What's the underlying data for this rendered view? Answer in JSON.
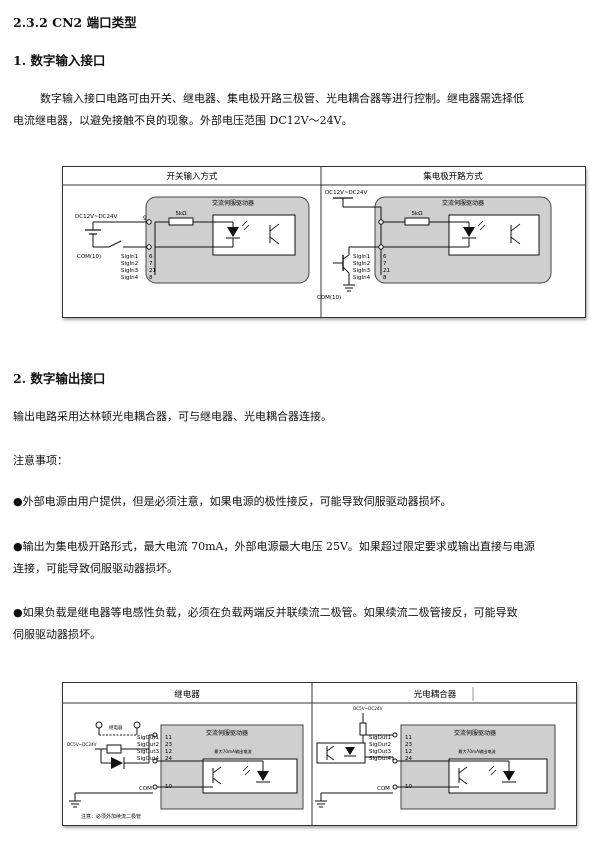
{
  "section_title": "2.3.2 CN2 端口类型",
  "s1": {
    "heading": "1. 数字输入接口",
    "para_line1": "数字输入接口电路可由开关、继电器、集电极开路三极管、光电耦合器等进行控制。继电器需选择低",
    "para_line2": "电流继电器，以避免接触不良的现象。外部电压范围 DC12V～24V。"
  },
  "fig1": {
    "left_title": "开关输入方式",
    "right_title": "集电极开路方式",
    "driver": "交流伺服驱动器",
    "resistor": "5kΩ",
    "supply": "DC12V~DC24V",
    "com": "COM(10)",
    "pin_top": "9",
    "signals": [
      "SigIn1",
      "SigIn2",
      "SigIn3",
      "SigIn4"
    ],
    "pins": [
      "6",
      "7",
      "21",
      "8"
    ]
  },
  "s2": {
    "heading": "2. 数字输出接口",
    "para1": "输出电路采用达林顿光电耦合器，可与继电器、光电耦合器连接。",
    "para2": "注意事项：",
    "b1": "●外部电源由用户提供，但是必须注意，如果电源的极性接反，可能导致伺服驱动器损坏。",
    "b2_line1": "●输出为集电极开路形式，最大电流 70mA，外部电源最大电压 25V。如果超过限定要求或输出直接与电源",
    "b2_line2": "连接，可能导致伺服驱动器损坏。",
    "b3_line1": "●如果负载是继电器等电感性负载，必须在负载两端反并联续流二极管。如果续流二极管接反，可能导致",
    "b3_line2": "伺服驱动器损坏。"
  },
  "fig2": {
    "left_title": "继电器",
    "right_title": "光电耦合器",
    "driver": "交流伺服驱动器",
    "max_current": "最大70mA输出电流",
    "relay": "继电器",
    "supply": "DC5V~DC24V",
    "com": "COM",
    "com_pin": "10",
    "signals": [
      "SigOut1",
      "SigOut2",
      "SigOut3",
      "SigOut4"
    ],
    "pins": [
      "11",
      "23",
      "12",
      "24"
    ],
    "note": "注意：必须外加续流二极管"
  }
}
